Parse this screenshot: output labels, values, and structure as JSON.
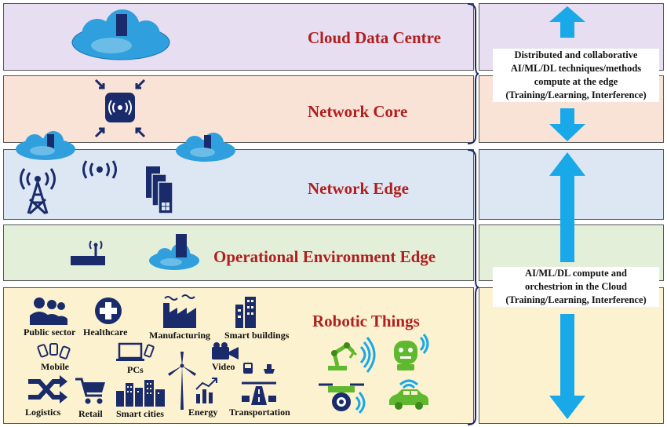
{
  "colors": {
    "cloud": "#7fa6d9",
    "network_core": "#f9e2d6",
    "network_edge": "#dde7f4",
    "operational": "#e4efda",
    "robotic": "#fdf2cf",
    "title_red": "#b01f1f",
    "icon_navy": "#1a2b6b",
    "arrow_blue": "#19a8e8",
    "cloud_blue": "#2f9fdd",
    "robot_green": "#5fb82e"
  },
  "layers": {
    "cloud": "Cloud Data Centre",
    "core": "Network Core",
    "edge": "Network Edge",
    "operational": "Operational Environment Edge",
    "robotic": "Robotic Things"
  },
  "callouts": {
    "edge": [
      "Distributed and collaborative",
      "AI/ML/DL techniques/methods",
      "compute at the edge",
      "(Training/Learning, Interference)"
    ],
    "cloud": [
      "AI/ML/DL compute and",
      "orchestrion in the Cloud",
      "(Training/Learning, Interference)"
    ]
  },
  "icon_labels": {
    "public_sector": "Public sector",
    "healthcare": "Healthcare",
    "manufacturing": "Manufacturing",
    "smart_buildings": "Smart buildings",
    "mobile": "Mobile",
    "pcs": "PCs",
    "video": "Video",
    "logistics": "Logistics",
    "retail": "Retail",
    "smart_cities": "Smart cities",
    "energy": "Energy",
    "transportation": "Transportation"
  }
}
